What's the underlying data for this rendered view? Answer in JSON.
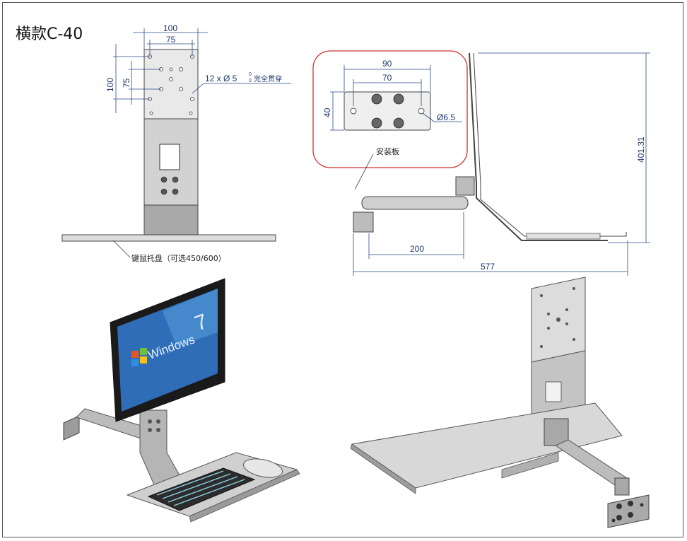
{
  "title": "横款C-40",
  "front_view": {
    "dim_width_outer": "100",
    "dim_width_inner": "75",
    "dim_height_outer": "100",
    "dim_height_inner": "75",
    "hole_callout": "12 x Ø 5",
    "hole_tol_upper": "0",
    "hole_tol_lower": "0",
    "hole_note": "完全贯穿",
    "tray_label": "键鼠托盘（可选450/600）"
  },
  "side_view": {
    "plate_dim_outer": "90",
    "plate_dim_inner": "70",
    "plate_dim_height": "40",
    "plate_hole": "Ø6.5",
    "plate_label": "安装板",
    "arm_dim": "200",
    "total_length": "577",
    "total_height": "401.31"
  },
  "render_left": {
    "screen_text": "Windows",
    "screen_version": "7"
  },
  "colors": {
    "dimension": "#1f3a6e",
    "callout_box": "#d03030",
    "metal": "#c8c8c8"
  }
}
